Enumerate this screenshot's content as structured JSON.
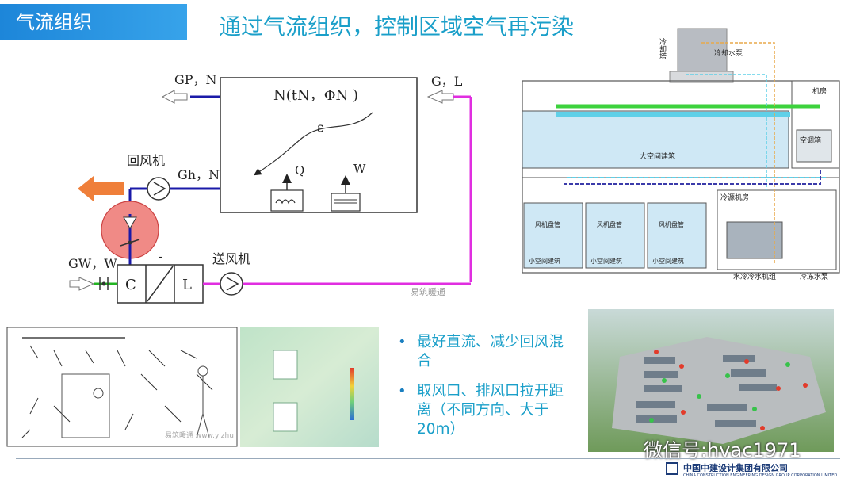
{
  "header": {
    "section_tab": "气流组织",
    "title": "通过气流组织，控制区域空气再污染"
  },
  "schematic": {
    "room_state": "N(tN，ΦN )",
    "exhaust_label": "GP，N",
    "inflow_label": "G，L",
    "return_label": "Gh，N",
    "fresh_label": "GW，W",
    "epsilon": "ε",
    "heat_label": "Q",
    "moisture_label": "W",
    "return_fan_label": "回风机",
    "supply_fan_label": "送风机",
    "unit_c": "C",
    "unit_l": "L",
    "minus": "-",
    "watermark": "易筑暖通",
    "colors": {
      "supply_line": "#e02ee0",
      "return_line": "#1a1aa8",
      "fresh_line": "#22b522",
      "mixing_box": "#f08a86",
      "exhaust_arrow": "#ef7f3a"
    }
  },
  "plant_diagram": {
    "cooling_tower": "冷却塔",
    "cooling_pump": "冷却水泵",
    "machine_room": "机房",
    "ahu": "空调箱",
    "big_space": "大空间建筑",
    "chiller_room": "冷源机房",
    "fcu": "风机盘管",
    "small_space": "小空间建筑",
    "chiller": "水冷冷水机组",
    "chilled_pump": "冷冻水泵"
  },
  "bullets": [
    "最好直流、减少回风混合",
    "取风口、排风口拉开距离（不同方向、大于20m）"
  ],
  "watermarks": {
    "wechat": "微信号:hvac1971",
    "cfd_site": "易筑暖通 www.yizhu"
  },
  "footer": {
    "company": "中国中建设计集团有限公司",
    "company_en": "CHINA CONSTRUCTION ENGINEERING DESIGN GROUP CORPORATION LIMITED"
  }
}
